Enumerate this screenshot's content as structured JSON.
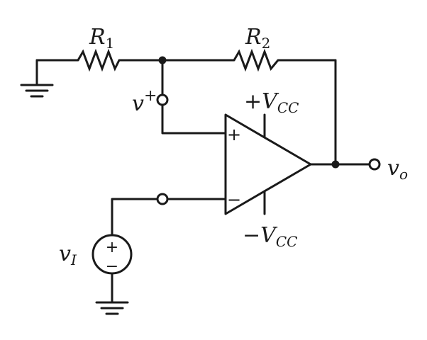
{
  "labels": {
    "r1": {
      "main": "R",
      "sub": "1"
    },
    "r2": {
      "main": "R",
      "sub": "2"
    },
    "vplus": {
      "main": "v",
      "sup": "+"
    },
    "vcc_pos": {
      "sign": "+",
      "main": "V",
      "sub": "CC"
    },
    "vcc_neg": {
      "sign": "−",
      "main": "V",
      "sub": "CC"
    },
    "vo": {
      "main": "v",
      "sub": "o"
    },
    "vi": {
      "main": "v",
      "sub": "I"
    },
    "opamp_plus": "+",
    "opamp_minus": "−",
    "source_plus": "+",
    "source_minus": "−"
  }
}
